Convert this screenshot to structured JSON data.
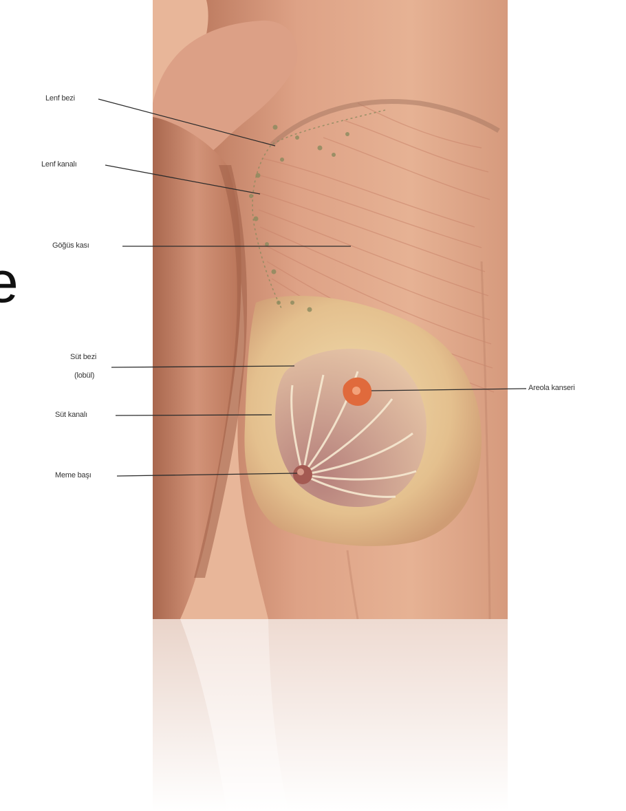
{
  "slide": {
    "partial_text": "e"
  },
  "diagram": {
    "labels": {
      "lenf_bezi": "Lenf bezi",
      "lenf_kanali": "Lenf kanalı",
      "gogus_kasi": "Göğüs kası",
      "sut_bezi_line1": "Süt bezi",
      "sut_bezi_line2": "(lobül)",
      "sut_kanali": "Süt kanalı",
      "meme_basi": "Meme başı",
      "areola": "Areola kanseri"
    }
  },
  "colors": {
    "skin_light": "#e9b79d",
    "skin_mid": "#d8987c",
    "skin_dark": "#b46c52",
    "breast_tissue": "#ecd29e",
    "label_text": "#333333",
    "leader_line": "#2b2b2b",
    "lymph_node": "#8a8a5e",
    "tumor": "#e06a3c"
  }
}
